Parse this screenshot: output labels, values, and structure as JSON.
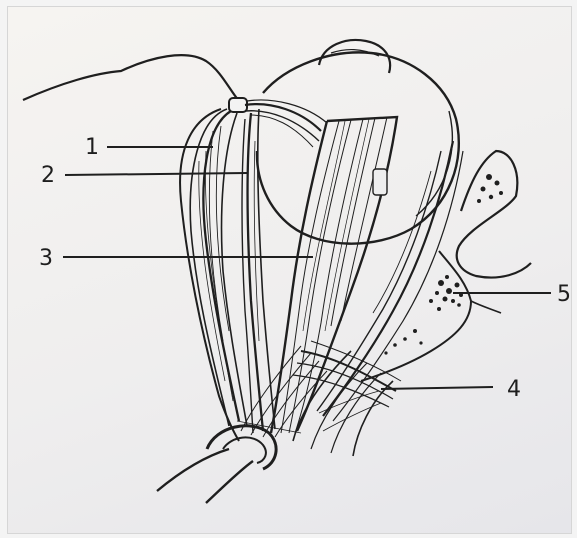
{
  "diagram": {
    "labels": [
      "1",
      "2",
      "3",
      "4",
      "5"
    ],
    "colors": {
      "ink": "#1f1f1f",
      "paper": "#efeeee"
    }
  }
}
